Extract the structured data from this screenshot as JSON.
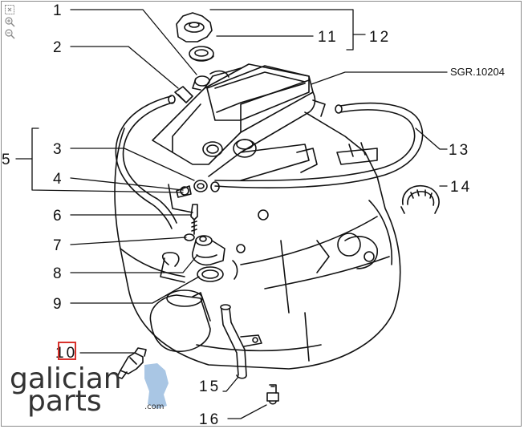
{
  "diagram": {
    "reference_code": "SGR.10204",
    "labels": [
      {
        "id": "1",
        "text": "1"
      },
      {
        "id": "2",
        "text": "2"
      },
      {
        "id": "3",
        "text": "3"
      },
      {
        "id": "4",
        "text": "4"
      },
      {
        "id": "5",
        "text": "5"
      },
      {
        "id": "6",
        "text": "6"
      },
      {
        "id": "7",
        "text": "7"
      },
      {
        "id": "8",
        "text": "8"
      },
      {
        "id": "9",
        "text": "9"
      },
      {
        "id": "10",
        "text": "10"
      },
      {
        "id": "11",
        "text": "11"
      },
      {
        "id": "12",
        "text": "12"
      },
      {
        "id": "13",
        "text": "13"
      },
      {
        "id": "14",
        "text": "14"
      },
      {
        "id": "15",
        "text": "15"
      },
      {
        "id": "16",
        "text": "16"
      }
    ],
    "highlighted_label": "10"
  },
  "watermark": {
    "line1": "galician",
    "line2": "parts",
    "suffix": ".com"
  },
  "toolbar": {
    "icons": [
      "fit-icon",
      "zoom-in-icon",
      "zoom-out-icon"
    ]
  },
  "colors": {
    "line": "#111111",
    "highlight": "#d8322c",
    "logo_blue": "#a9c6e4"
  }
}
